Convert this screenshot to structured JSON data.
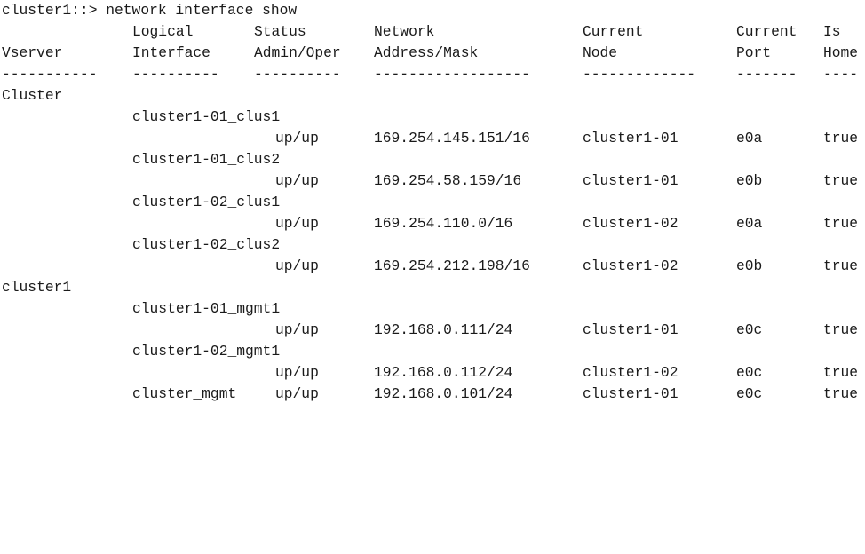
{
  "terminal": {
    "prompt": "cluster1::> network interface show",
    "headers": {
      "row1": {
        "logical": "Logical",
        "status": "Status",
        "network": "Network",
        "current_node": "Current",
        "current_port": "Current",
        "is_home": "Is"
      },
      "row2": {
        "vserver": "Vserver",
        "interface": "Interface",
        "admin_oper": "Admin/Oper",
        "address_mask": "Address/Mask",
        "node": "Node",
        "port": "Port",
        "home": "Home"
      },
      "separators": {
        "vserver": "-----------",
        "interface": "----------",
        "status": "----------",
        "address": "------------------",
        "node": "-------------",
        "port": "-------",
        "home": "----"
      }
    },
    "vservers": [
      {
        "name": "Cluster",
        "lifs": [
          {
            "lif": "cluster1-01_clus1",
            "status": "up/up",
            "address": "169.254.145.151/16",
            "node": "cluster1-01",
            "port": "e0a",
            "home": "true"
          },
          {
            "lif": "cluster1-01_clus2",
            "status": "up/up",
            "address": "169.254.58.159/16",
            "node": "cluster1-01",
            "port": "e0b",
            "home": "true"
          },
          {
            "lif": "cluster1-02_clus1",
            "status": "up/up",
            "address": "169.254.110.0/16",
            "node": "cluster1-02",
            "port": "e0a",
            "home": "true"
          },
          {
            "lif": "cluster1-02_clus2",
            "status": "up/up",
            "address": "169.254.212.198/16",
            "node": "cluster1-02",
            "port": "e0b",
            "home": "true"
          }
        ]
      },
      {
        "name": "cluster1",
        "lifs": [
          {
            "lif": "cluster1-01_mgmt1",
            "status": "up/up",
            "address": "192.168.0.111/24",
            "node": "cluster1-01",
            "port": "e0c",
            "home": "true"
          },
          {
            "lif": "cluster1-02_mgmt1",
            "status": "up/up",
            "address": "192.168.0.112/24",
            "node": "cluster1-02",
            "port": "e0c",
            "home": "true"
          },
          {
            "lif": "cluster_mgmt",
            "status": "up/up",
            "address": "192.168.0.101/24",
            "node": "cluster1-01",
            "port": "e0c",
            "home": "true"
          }
        ]
      }
    ]
  }
}
